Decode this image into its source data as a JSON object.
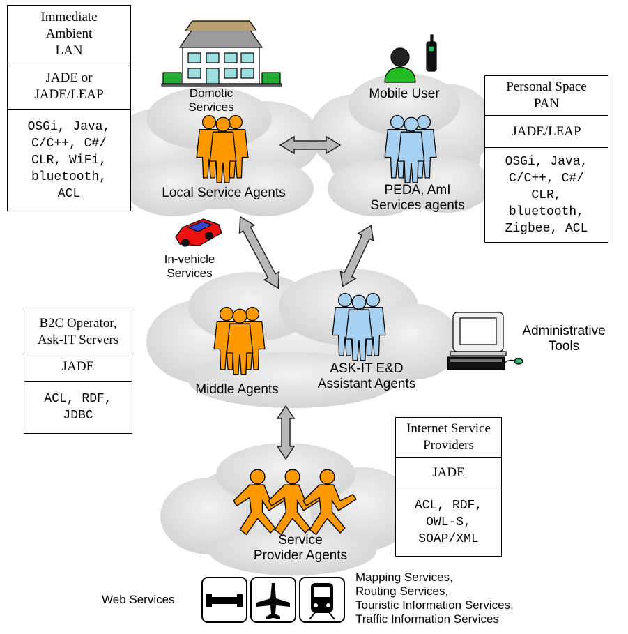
{
  "tables": {
    "ambient": {
      "rows": [
        "Immediate\nAmbient\nLAN",
        "JADE or\nJADE/LEAP",
        "OSGi, Java,\nC/C++, C#/\nCLR, WiFi,\nbluetooth,\nACL"
      ]
    },
    "personal": {
      "rows": [
        "Personal Space\nPAN",
        "JADE/LEAP",
        "OSGi, Java,\nC/C++, C#/\nCLR,\nbluetooth,\nZigbee, ACL"
      ]
    },
    "b2c": {
      "rows": [
        "B2C Operator,\nAsk-IT Servers",
        "JADE",
        "ACL, RDF,\nJDBC"
      ]
    },
    "isp": {
      "rows": [
        "Internet Service\nProviders",
        "JADE",
        "ACL, RDF,\nOWL-S,\nSOAP/XML"
      ]
    }
  },
  "labels": {
    "domotic": "Domotic\nServices",
    "mobile_user": "Mobile User",
    "local_agents": "Local Service Agents",
    "peda": "PEDA, AmI\nServices agents",
    "in_vehicle": "In-vehicle\nServices",
    "middle_agents": "Middle Agents",
    "askit": "ASK-IT E&D\nAssistant Agents",
    "admin_tools": "Administrative\nTools",
    "service_provider": "Service\nProvider Agents",
    "web_services": "Web Services",
    "web_list": "Mapping Services,\nRouting Services,\nTouristic Information Services,\nTraffic Information Services"
  },
  "colors": {
    "orange_agent": "#ff9900",
    "blue_agent": "#a8d0f0",
    "cloud": "#e4e4e4",
    "arrow": "#b0b0b0"
  },
  "icons": [
    "house-icon",
    "mobile-user-icon",
    "car-icon",
    "computer-icon",
    "bed-icon",
    "airplane-icon",
    "train-icon"
  ]
}
